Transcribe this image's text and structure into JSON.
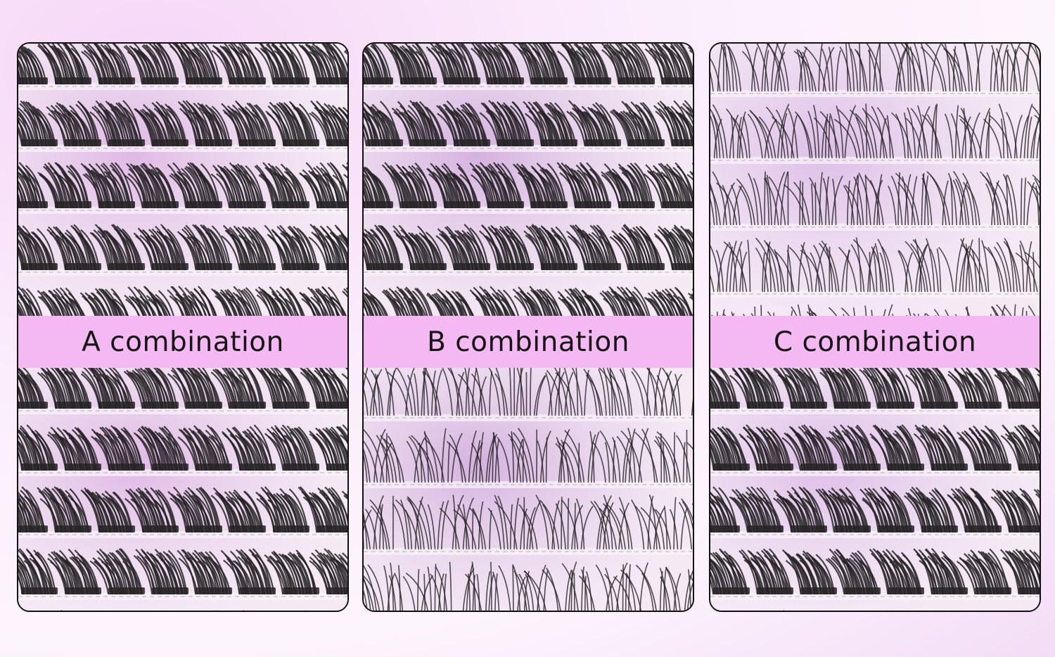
{
  "panels": [
    {
      "label": "A combination",
      "top_style": "dense-band",
      "bottom_style": "dense-band",
      "tint": "#d8a9e0"
    },
    {
      "label": "B combination",
      "top_style": "dense-band",
      "bottom_style": "wispy",
      "tint": "#caa0d8"
    },
    {
      "label": "C combination",
      "top_style": "wispy",
      "bottom_style": "dense-band",
      "tint": "#d6b0e4"
    }
  ],
  "colors": {
    "band": "#f4b9f2",
    "lash": "#141014",
    "tray": "#f6eef6"
  }
}
